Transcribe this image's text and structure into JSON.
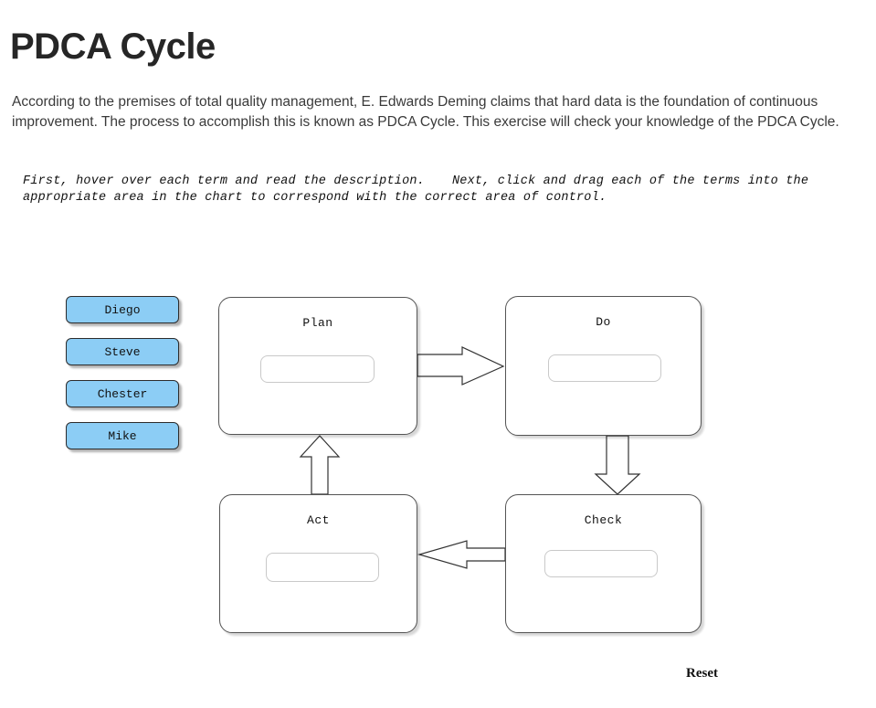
{
  "page": {
    "title": "PDCA Cycle",
    "intro": "According to the premises of total quality management, E. Edwards Deming claims that hard data is the foundation of continuous improvement. The process to accomplish this is known as PDCA Cycle. This exercise will check your knowledge of the PDCA Cycle.",
    "instructions_part1": "First, hover over each term and read the description.",
    "instructions_part2": "Next, click and drag each of the terms into the appropriate area in the chart to correspond with the correct area of control."
  },
  "terms": [
    {
      "label": "Diego"
    },
    {
      "label": "Steve"
    },
    {
      "label": "Chester"
    },
    {
      "label": "Mike"
    }
  ],
  "diagram": {
    "stages": [
      {
        "id": "plan",
        "label": "Plan",
        "dropped_value": ""
      },
      {
        "id": "do",
        "label": "Do",
        "dropped_value": ""
      },
      {
        "id": "check",
        "label": "Check",
        "dropped_value": ""
      },
      {
        "id": "act",
        "label": "Act",
        "dropped_value": ""
      }
    ],
    "arrows": [
      {
        "from": "plan",
        "to": "do",
        "direction": "right"
      },
      {
        "from": "do",
        "to": "check",
        "direction": "down"
      },
      {
        "from": "check",
        "to": "act",
        "direction": "left"
      },
      {
        "from": "act",
        "to": "plan",
        "direction": "up"
      }
    ]
  },
  "controls": {
    "reset_label": "Reset"
  },
  "colors": {
    "term_fill": "#8ccdf5",
    "term_border": "#2c2c2c",
    "stage_border": "#545454",
    "dropzone_border": "#c9c9c9",
    "title_text": "#262626",
    "body_text": "#3a3a3a"
  }
}
